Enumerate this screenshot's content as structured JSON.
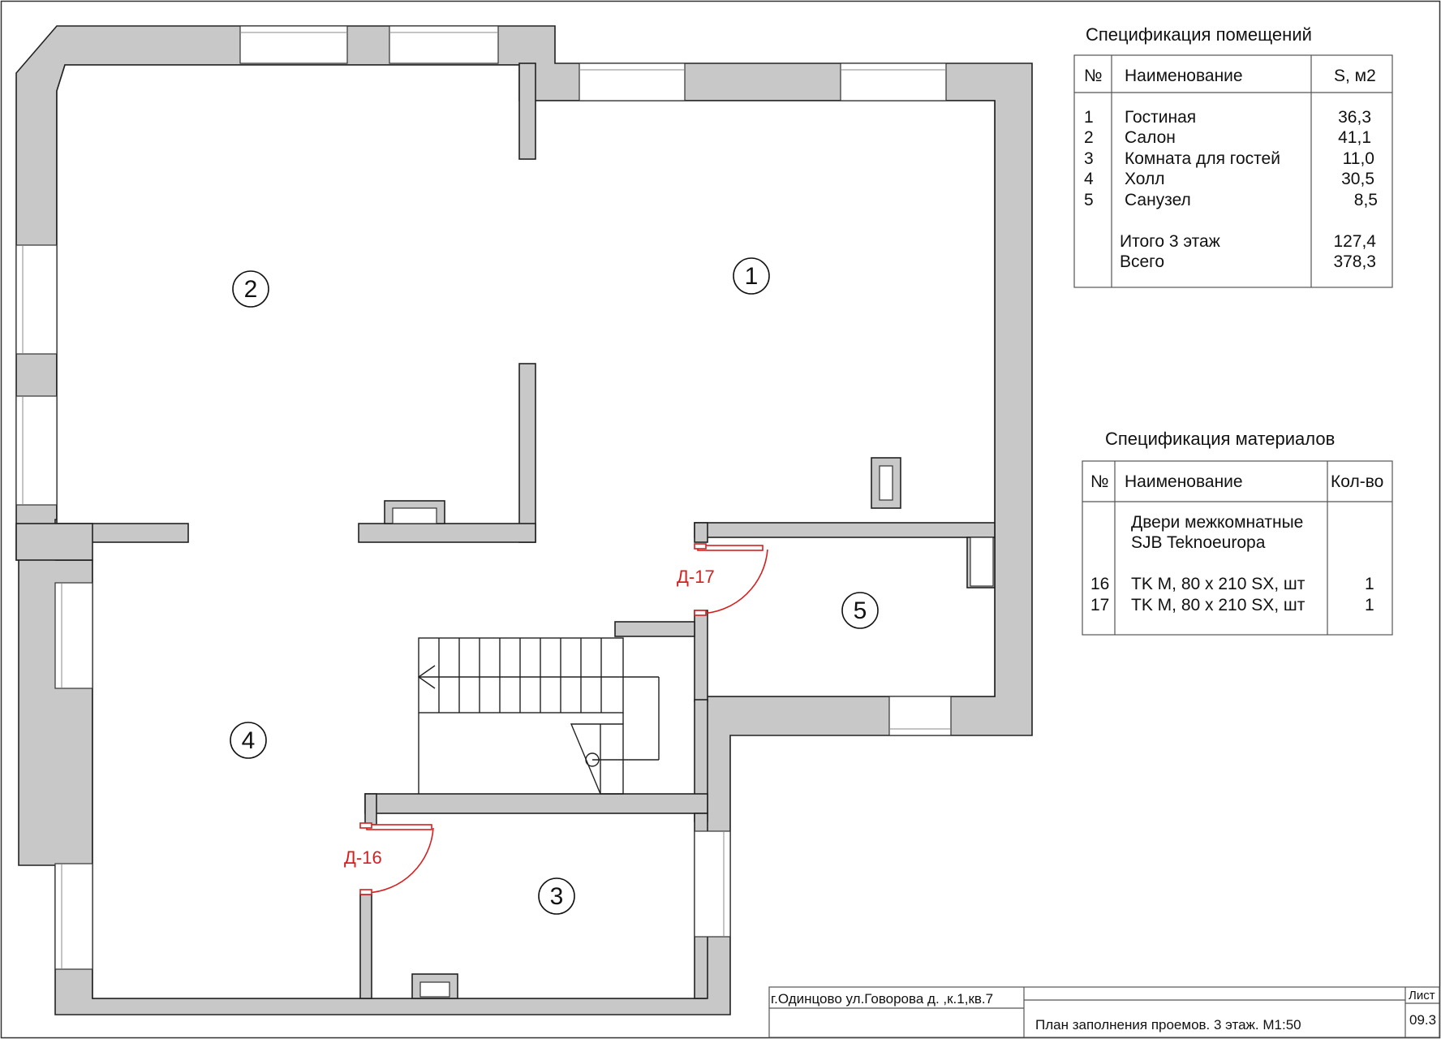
{
  "rooms_spec": {
    "title": "Спецификация помещений",
    "headers": [
      "№",
      "Наименование",
      "S, м2"
    ],
    "rows": [
      {
        "num": "1",
        "name": "Гостиная",
        "area": "36,3"
      },
      {
        "num": "2",
        "name": "Салон",
        "area": "41,1"
      },
      {
        "num": "3",
        "name": "Комната для гостей",
        "area": "11,0"
      },
      {
        "num": "4",
        "name": "Холл",
        "area": "30,5"
      },
      {
        "num": "5",
        "name": "Санузел",
        "area": "8,5"
      }
    ],
    "total_floor_label": "Итого 3 этаж",
    "total_floor_value": "127,4",
    "total_all_label": "Всего",
    "total_all_value": "378,3"
  },
  "materials_spec": {
    "title": "Спецификация материалов",
    "headers": [
      "№",
      "Наименование",
      "Кол-во"
    ],
    "group_line1": "Двери  межкомнатные",
    "group_line2": "SJB Teknoeuropa",
    "rows": [
      {
        "num": "16",
        "name": "TK M, 80 x 210 SX, шт",
        "qty": "1"
      },
      {
        "num": "17",
        "name": "TK M, 80 x 210 SX, шт",
        "qty": "1"
      }
    ]
  },
  "plan": {
    "room_numbers": [
      "1",
      "2",
      "3",
      "4",
      "5"
    ],
    "doors": [
      "Д-16",
      "Д-17"
    ]
  },
  "stamp": {
    "address": "г.Одинцово ул.Говорова д.   ,к.1,кв.7",
    "title": "План заполнения проемов. 3 этаж. М1:50",
    "sheet_label": "Лист",
    "sheet_number": "09.3"
  }
}
